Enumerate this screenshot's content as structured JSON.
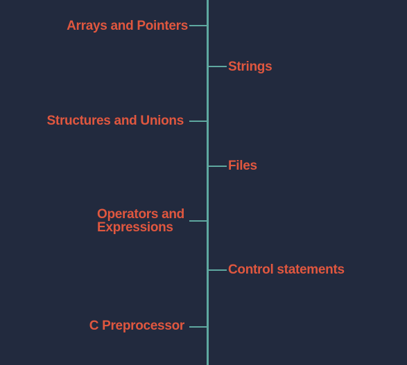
{
  "colors": {
    "background": "#222a3e",
    "spine": "#5fa8a0",
    "label": "#e0573f"
  },
  "timeline": {
    "items": [
      {
        "label": "Arrays and Pointers",
        "side": "left"
      },
      {
        "label": "Strings",
        "side": "right"
      },
      {
        "label": "Structures and Unions",
        "side": "left"
      },
      {
        "label": "Files",
        "side": "right"
      },
      {
        "label_lines": [
          "Operators and",
          "Expressions"
        ],
        "side": "left"
      },
      {
        "label": "Control statements",
        "side": "right"
      },
      {
        "label": "C Preprocessor",
        "side": "left"
      }
    ]
  }
}
